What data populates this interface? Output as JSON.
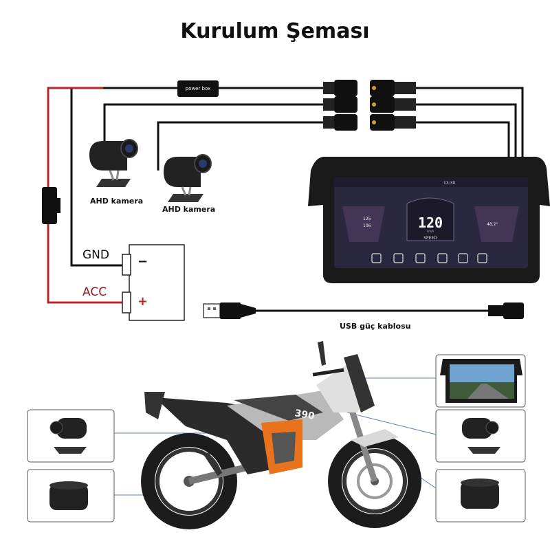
{
  "title": "Kurulum Şeması",
  "labels": {
    "power_box": "power box",
    "camera_1": "AHD kamera",
    "camera_2": "AHD kamera",
    "gnd": "GND",
    "acc": "ACC",
    "minus": "−",
    "plus": "+",
    "usb": "USB güç kablosu"
  },
  "screen": {
    "status_time": "13:30",
    "speed": "120",
    "speed_unit": "km/h",
    "speed_caption": "SPEED",
    "left_values": [
      "125",
      "106"
    ],
    "right_value": "48.2°"
  },
  "colors": {
    "wire": "#111111",
    "acc_wire": "#b5262d",
    "acc_text": "#8a1c22",
    "bike_orange": "#e8731c"
  }
}
